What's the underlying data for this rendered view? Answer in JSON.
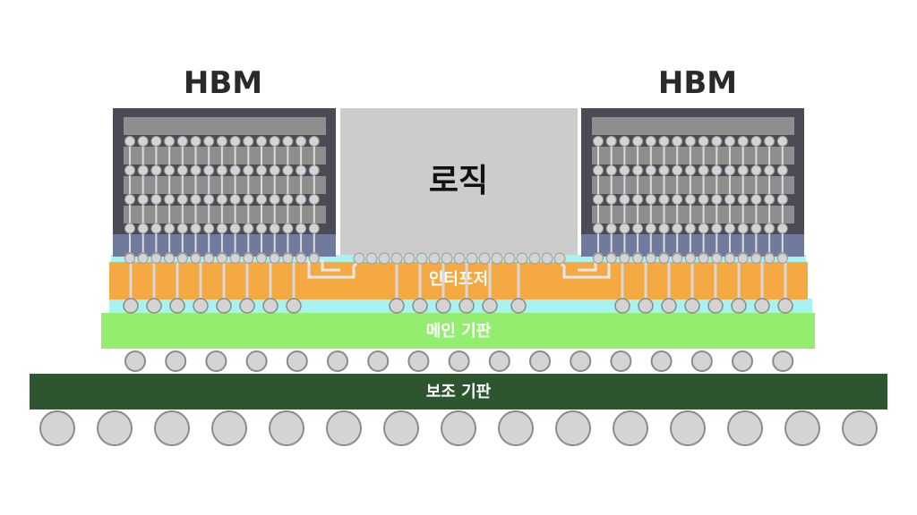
{
  "labels": {
    "hbm_left": "HBM",
    "hbm_right": "HBM",
    "logic": "로직",
    "interposer": "인터포저",
    "main_substrate": "메인 기판",
    "sub_substrate": "보조 기판"
  },
  "colors": {
    "hbm_frame": "#4b4b55",
    "hbm_die": "#8e8e8e",
    "hbm_base": "#6f7a9c",
    "bump": "#d4d4d4",
    "bump_stroke": "#8a8a8a",
    "logic": "#cccccc",
    "interposer": "#f5a943",
    "interposer_top": "#a8f2f2",
    "main_substrate": "#93ee6f",
    "main_substrate_top": "#a8f2f2",
    "sub_substrate": "#2c5530"
  }
}
